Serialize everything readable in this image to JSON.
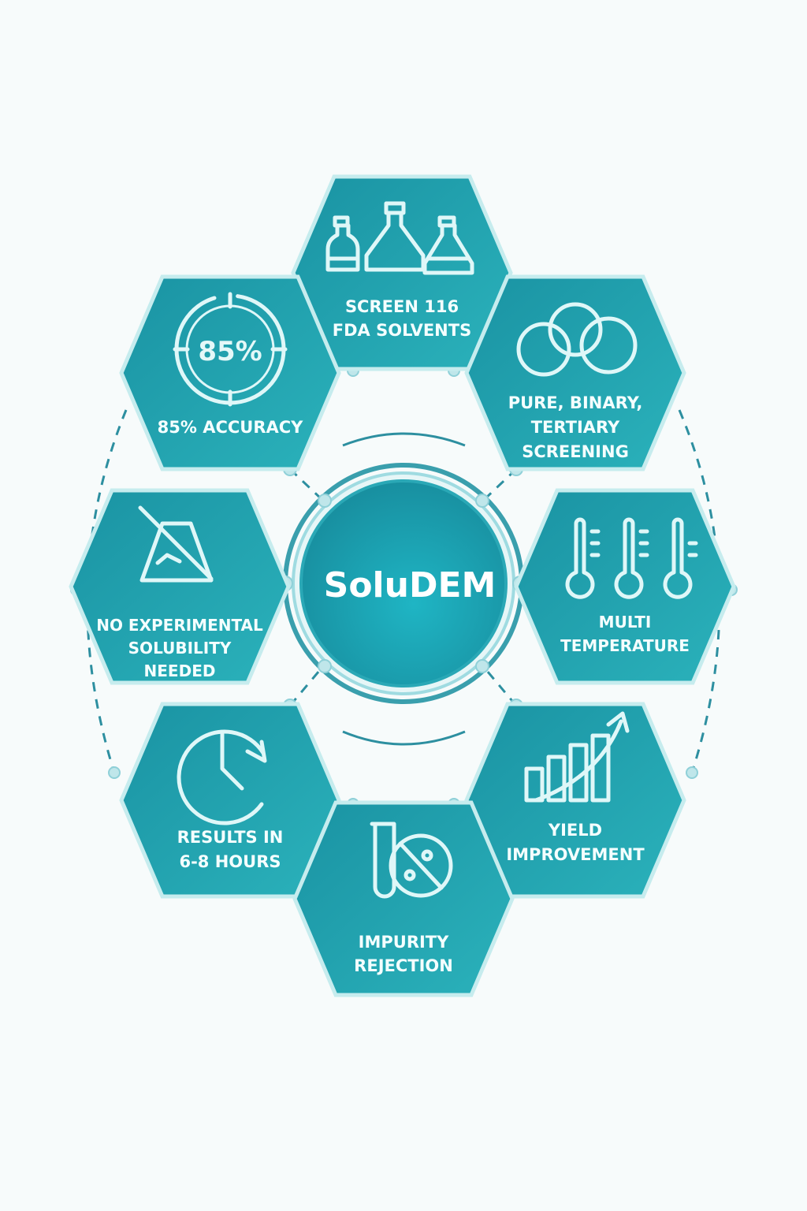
{
  "center": {
    "title": "SoluDEM"
  },
  "colors": {
    "hex_fill": "#1f9fab",
    "hex_border": "#c6ecee",
    "text": "#ffffff",
    "background": "#f7fbfb"
  },
  "hexagons": [
    {
      "id": "screen",
      "icon": "flasks-icon",
      "lines": [
        "SCREEN 116",
        "FDA SOLVENTS"
      ]
    },
    {
      "id": "accuracy",
      "icon": "gauge-85-icon",
      "icon_text": "85%",
      "lines": [
        "85% ACCURACY"
      ]
    },
    {
      "id": "screening",
      "icon": "interlocking-rings-icon",
      "lines": [
        "PURE, BINARY,",
        "TERTIARY",
        "SCREENING"
      ]
    },
    {
      "id": "no-experimental",
      "icon": "crossed-flask-icon",
      "lines": [
        "NO EXPERIMENTAL",
        "SOLUBILITY",
        "NEEDED"
      ]
    },
    {
      "id": "temperature",
      "icon": "thermometers-icon",
      "lines": [
        "MULTI",
        "TEMPERATURE"
      ]
    },
    {
      "id": "results",
      "icon": "clock-arrow-icon",
      "lines": [
        "RESULTS IN",
        "6-8 HOURS"
      ]
    },
    {
      "id": "yield",
      "icon": "bar-chart-arrow-icon",
      "lines": [
        "YIELD",
        "IMPROVEMENT"
      ]
    },
    {
      "id": "impurity",
      "icon": "no-impurity-icon",
      "lines": [
        "IMPURITY",
        "REJECTION"
      ]
    }
  ]
}
